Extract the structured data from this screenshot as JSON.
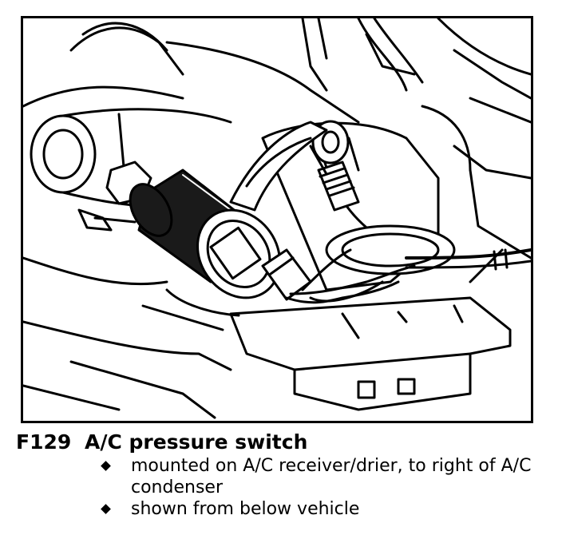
{
  "figure": {
    "code": "F129",
    "title": "A/C pressure switch",
    "bullets": [
      "mounted on A/C receiver/drier, to right of A/C condenser",
      "shown from below vehicle"
    ]
  },
  "illustration": {
    "subject": "pressure-switch-connector-illustration",
    "stroke_color": "#000000",
    "fill_color": "#ffffff",
    "shadow_color": "#1a1a1a"
  }
}
